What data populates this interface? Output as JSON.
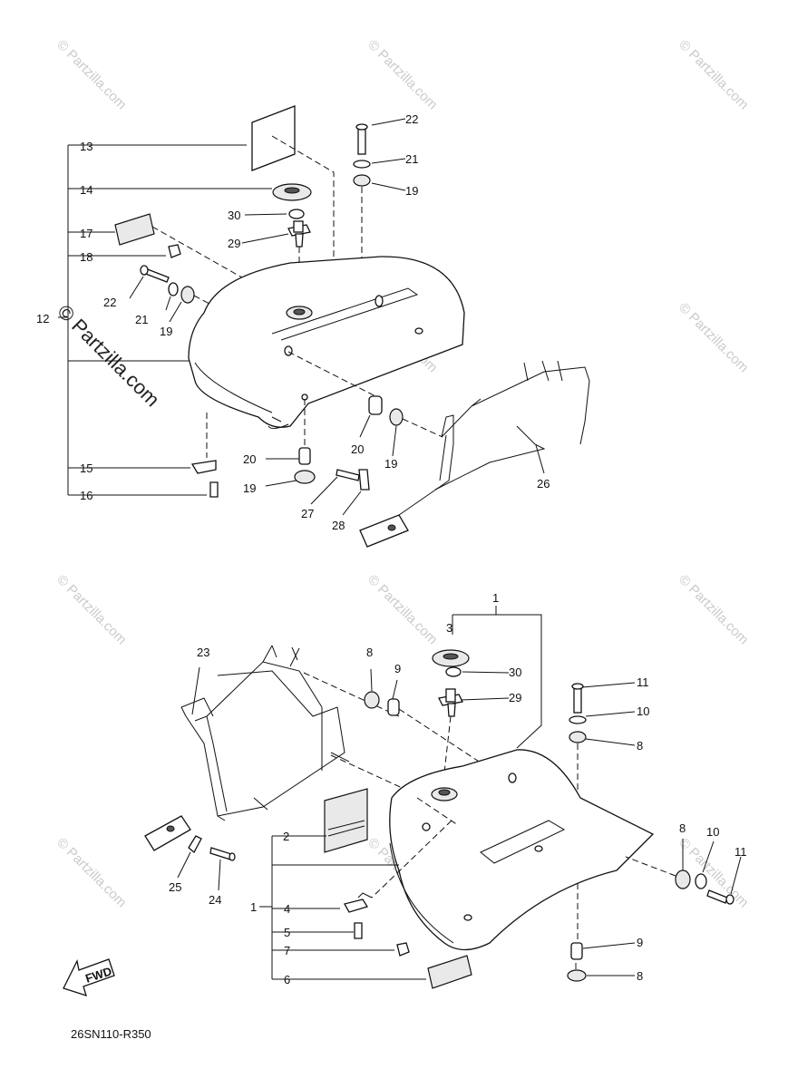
{
  "watermark": {
    "text": "© Partzilla.com",
    "center_text": "© Partzilla.com"
  },
  "callouts_top": [
    "13",
    "14",
    "30",
    "17",
    "18",
    "29",
    "22",
    "21",
    "19",
    "22",
    "21",
    "19",
    "12",
    "20",
    "20",
    "19",
    "15",
    "16",
    "19",
    "27",
    "28",
    "26"
  ],
  "callouts_bottom": [
    "1",
    "3",
    "23",
    "8",
    "9",
    "30",
    "29",
    "11",
    "10",
    "8",
    "2",
    "8",
    "10",
    "11",
    "25",
    "24",
    "1",
    "4",
    "5",
    "7",
    "6",
    "9",
    "8"
  ],
  "fwd_label": "FWD",
  "reference_code": "26SN110-R350"
}
